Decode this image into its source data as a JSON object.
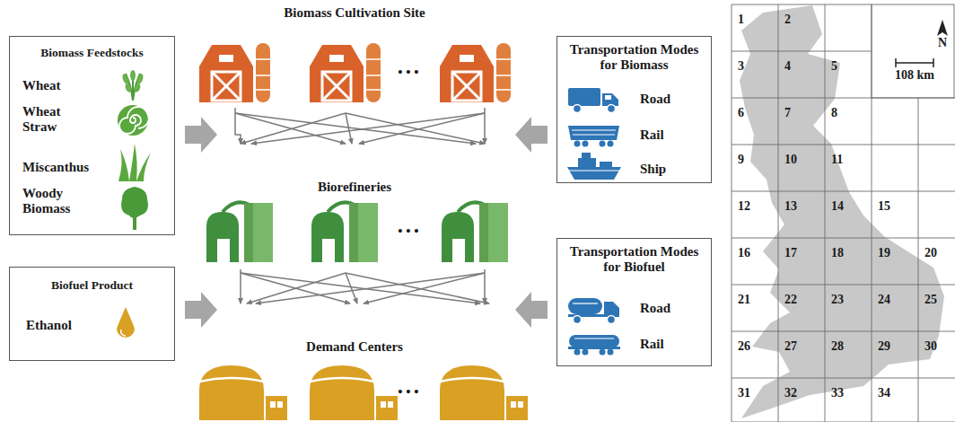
{
  "diagram": {
    "nodes": [
      {
        "text": [
          "Biomass Feedstocks",
          "Wheat",
          "Wheat Straw",
          "Miscanthus",
          "Woody Biomass"
        ]
      },
      {
        "text": [
          "Biofuel Product",
          "Ethanol"
        ]
      },
      {
        "text": [
          "Transportation Modes for Biomass",
          "Road",
          "Rail",
          "Ship"
        ]
      },
      {
        "text": [
          "Transportation Modes for Biofuel",
          "Road",
          "Rail"
        ]
      }
    ],
    "labels": [
      "Biomass Cultivation Site",
      "• • •",
      "Biorefineries",
      "• • •",
      "Demand Centers",
      "• • •",
      "1",
      "2",
      "3",
      "4",
      "5",
      "6",
      "7",
      "8",
      "9",
      "10",
      "11",
      "12",
      "13",
      "14",
      "15",
      "16",
      "17",
      "18",
      "19",
      "20",
      "21",
      "22",
      "23",
      "24",
      "25",
      "26",
      "27",
      "28",
      "29",
      "30",
      "31",
      "32",
      "33",
      "34",
      "N",
      "108 km"
    ]
  }
}
